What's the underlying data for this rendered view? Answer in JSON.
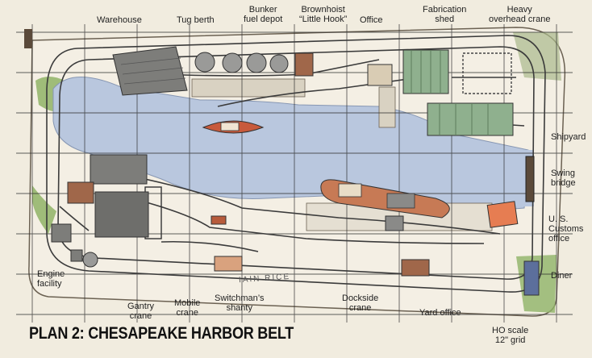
{
  "title": "PLAN 2: CHESAPEAKE HARBOR BELT",
  "artist_signature": "IAIN RICE",
  "scale_note": "HO scale\n12\" grid",
  "labels": {
    "warehouse": "Warehouse",
    "tug_berth": "Tug berth",
    "bunker_fuel_depot": "Bunker\nfuel depot",
    "brownhoist": "Brownhoist\n“Little Hook”",
    "office": "Office",
    "fabrication_shed": "Fabrication\nshed",
    "heavy_overhead_crane": "Heavy\noverhead crane",
    "shipyard": "Shipyard",
    "swing_bridge": "Swing\nbridge",
    "us_customs_office": "U. S.\nCustoms\noffice",
    "diner": "Diner",
    "engine_facility": "Engine\nfacility",
    "gantry_crane": "Gantry\ncrane",
    "mobile_crane": "Mobile\ncrane",
    "switchmans_shanty": "Switchman’s\nshanty",
    "dockside_crane": "Dockside\ncrane",
    "yard_office": "Yard office"
  },
  "colors": {
    "water": "#b9c7de",
    "land": "#f2ede2",
    "grass": "#8fb366",
    "track": "#3b3b3b",
    "grid": "#2b2b2b",
    "shed_green": "#8fb08e",
    "warehouse_gray": "#7d7d7a",
    "tug_red": "#c85a3c",
    "customs_orange": "#e67d52",
    "building_brown": "#a0674a"
  }
}
